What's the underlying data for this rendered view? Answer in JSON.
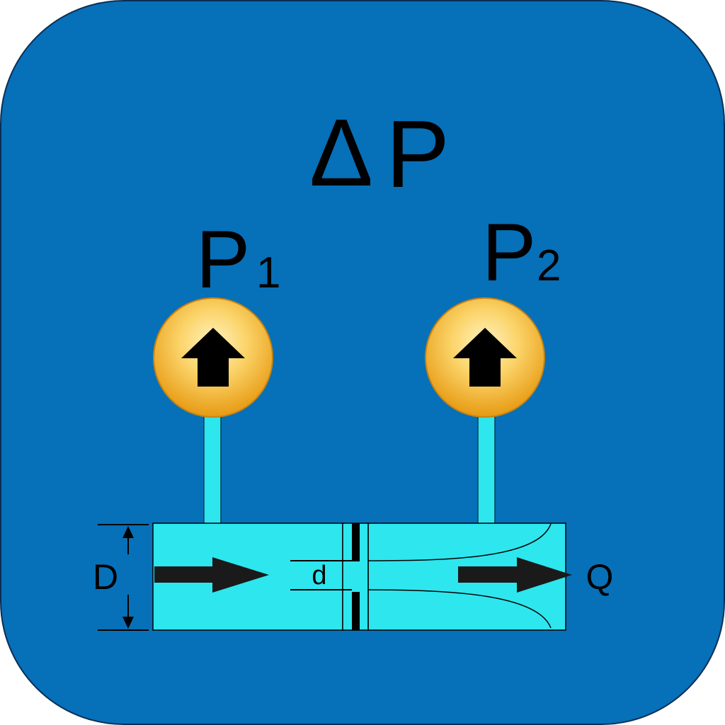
{
  "colors": {
    "background": "#0670b9",
    "pipe": "#2ee6ee",
    "gauge": "#f5b520",
    "arrow": "#1a1a1a"
  },
  "labels": {
    "delta_symbol": "Δ",
    "delta_letter": "P",
    "p1_letter": "P",
    "p1_sub": "1",
    "p2_letter": "P",
    "p2_sub": "2",
    "pipe_diameter": "D",
    "orifice_diameter": "d",
    "flow": "Q"
  },
  "icons": {
    "gauge_left": "pressure-gauge-icon",
    "gauge_right": "pressure-gauge-icon",
    "flow_in": "flow-arrow-icon",
    "flow_out": "flow-arrow-icon"
  }
}
